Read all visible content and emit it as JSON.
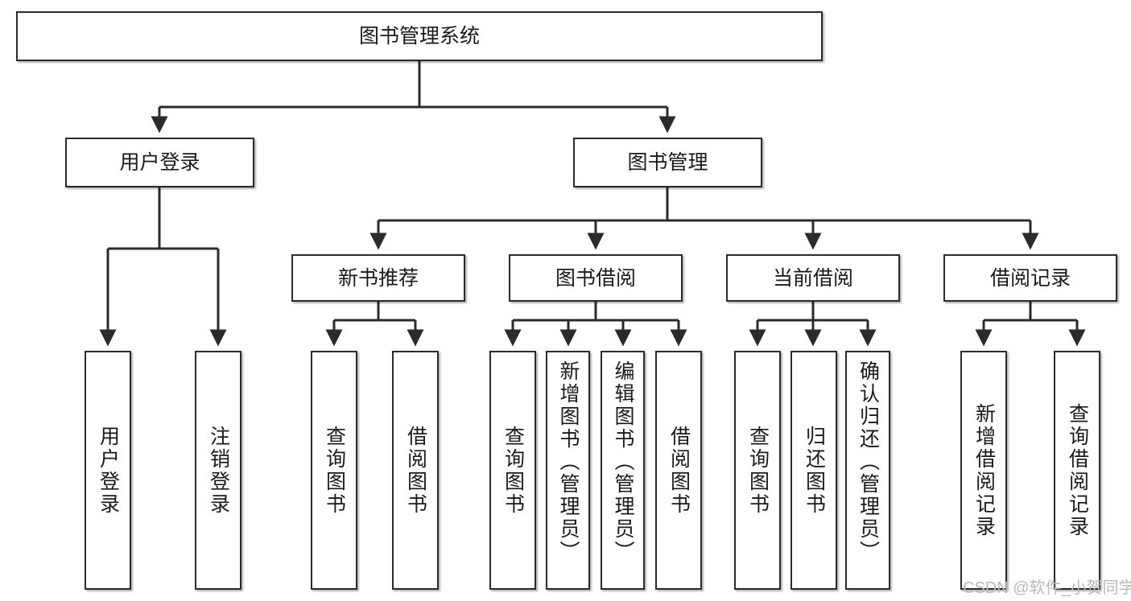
{
  "diagram": {
    "title": "图书管理系统",
    "type": "tree-hierarchy",
    "background_color": "#ffffff",
    "line_color": "#2b2b2b",
    "box_border_color": "#2b2b2b",
    "text_color": "#1a1a1a",
    "watermark": "CSDN @软件_小贺同学",
    "watermark_color": "#b9b9b9"
  },
  "nodes": {
    "root": {
      "label": "图书管理系统",
      "level": 0
    },
    "user_login": {
      "label": "用户登录",
      "level": 1
    },
    "book_manage": {
      "label": "图书管理",
      "level": 1
    },
    "new_book_rec": {
      "label": "新书推荐",
      "level": 2
    },
    "book_borrow": {
      "label": "图书借阅",
      "level": 2
    },
    "current_borrow": {
      "label": "当前借阅",
      "level": 2
    },
    "borrow_record": {
      "label": "借阅记录",
      "level": 2
    },
    "leaf_user_login": {
      "label": "用户登录",
      "level": 2
    },
    "leaf_logout": {
      "label": "注销登录",
      "level": 2
    },
    "leaf_rec_query": {
      "label": "查询图书",
      "level": 3
    },
    "leaf_rec_borrow": {
      "label": "借阅图书",
      "level": 3
    },
    "leaf_bb_query": {
      "label": "查询图书",
      "level": 3
    },
    "leaf_bb_add": {
      "label": "新增图书（管理员）",
      "level": 3
    },
    "leaf_bb_edit": {
      "label": "编辑图书（管理员）",
      "level": 3
    },
    "leaf_bb_borrow": {
      "label": "借阅图书",
      "level": 3
    },
    "leaf_cb_query": {
      "label": "查询图书",
      "level": 3
    },
    "leaf_cb_return": {
      "label": "归还图书",
      "level": 3
    },
    "leaf_cb_confirm": {
      "label": "确认归还（管理员）",
      "level": 3
    },
    "leaf_br_add": {
      "label": "新增借阅记录",
      "level": 3
    },
    "leaf_br_query": {
      "label": "查询借阅记录",
      "level": 3
    }
  },
  "edges": [
    {
      "from": "root",
      "to": "user_login"
    },
    {
      "from": "root",
      "to": "book_manage"
    },
    {
      "from": "user_login",
      "to": "leaf_user_login"
    },
    {
      "from": "user_login",
      "to": "leaf_logout"
    },
    {
      "from": "book_manage",
      "to": "new_book_rec"
    },
    {
      "from": "book_manage",
      "to": "book_borrow"
    },
    {
      "from": "book_manage",
      "to": "current_borrow"
    },
    {
      "from": "book_manage",
      "to": "borrow_record"
    },
    {
      "from": "new_book_rec",
      "to": "leaf_rec_query"
    },
    {
      "from": "new_book_rec",
      "to": "leaf_rec_borrow"
    },
    {
      "from": "book_borrow",
      "to": "leaf_bb_query"
    },
    {
      "from": "book_borrow",
      "to": "leaf_bb_add"
    },
    {
      "from": "book_borrow",
      "to": "leaf_bb_edit"
    },
    {
      "from": "book_borrow",
      "to": "leaf_bb_borrow"
    },
    {
      "from": "current_borrow",
      "to": "leaf_cb_query"
    },
    {
      "from": "current_borrow",
      "to": "leaf_cb_return"
    },
    {
      "from": "current_borrow",
      "to": "leaf_cb_confirm"
    },
    {
      "from": "borrow_record",
      "to": "leaf_br_add"
    },
    {
      "from": "borrow_record",
      "to": "leaf_br_query"
    }
  ]
}
